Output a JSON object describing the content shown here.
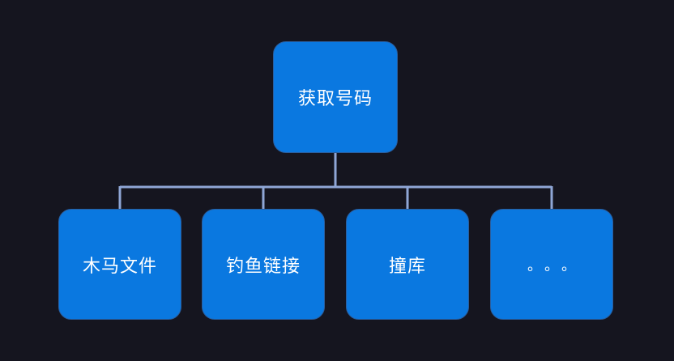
{
  "diagram": {
    "root": {
      "label": "获取号码"
    },
    "children": [
      {
        "label": "木马文件"
      },
      {
        "label": "钓鱼链接"
      },
      {
        "label": "撞库"
      },
      {
        "label": "。。。"
      }
    ]
  },
  "colors": {
    "background": "#15151f",
    "node_fill": "#0a78e0",
    "connector": "#8fa6d6"
  }
}
